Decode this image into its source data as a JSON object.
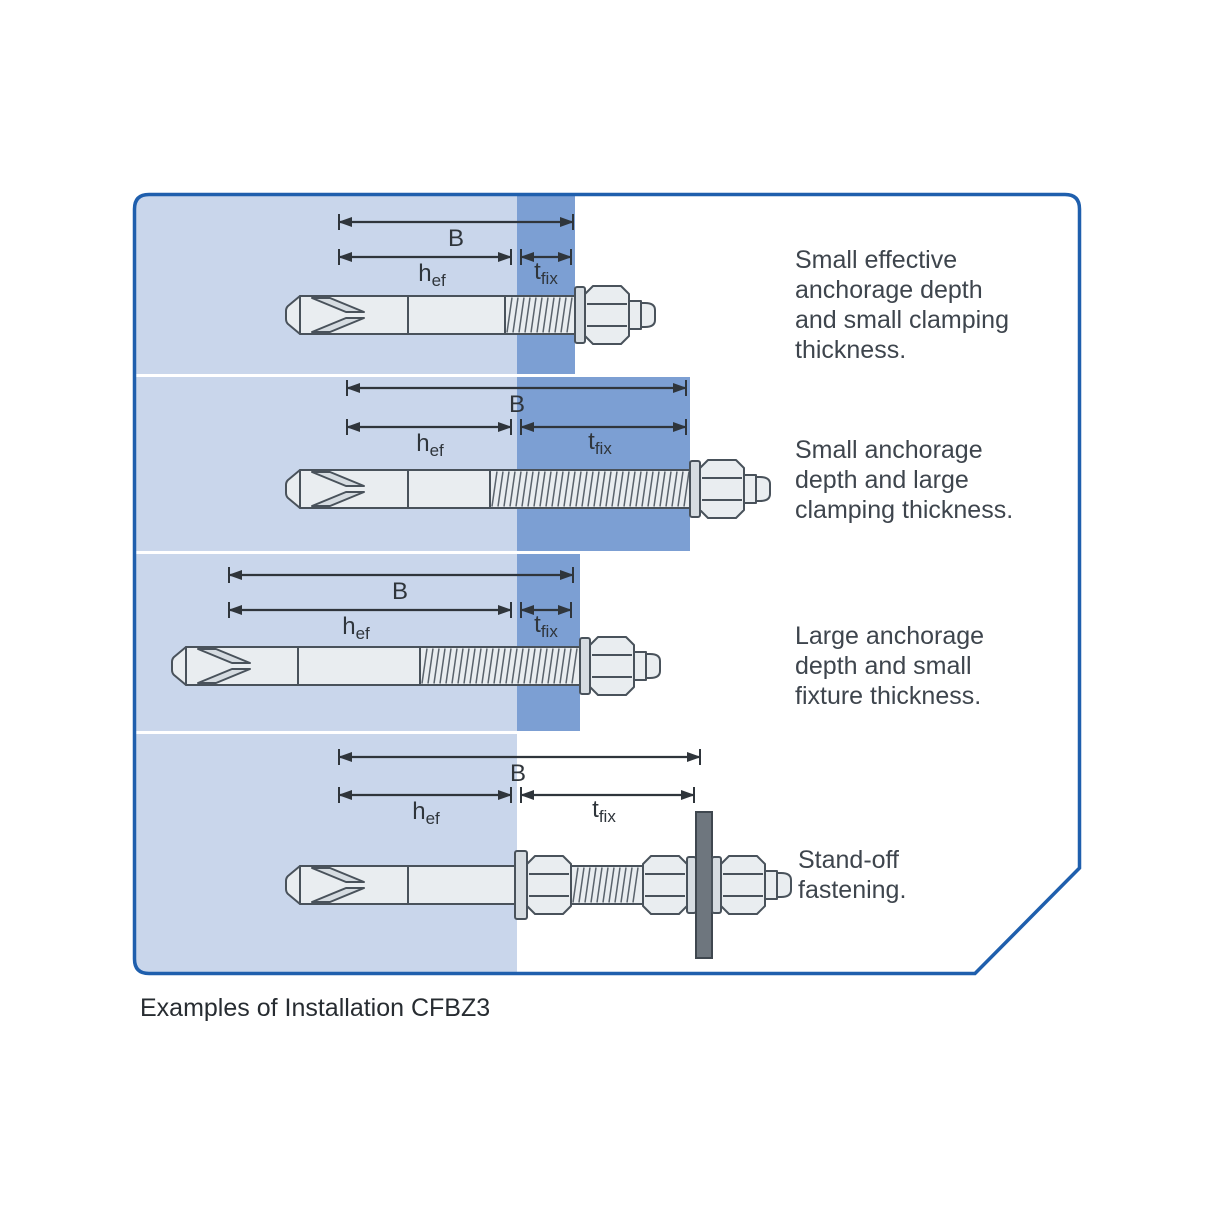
{
  "caption": "Examples of Installation CFBZ3",
  "labels": {
    "B": "B",
    "h_base": "h",
    "h_sub": "ef",
    "t_base": "t",
    "t_sub": "fix"
  },
  "rows": [
    {
      "description_lines": [
        "Small effective",
        "anchorage depth",
        "and small clamping",
        "thickness."
      ]
    },
    {
      "description_lines": [
        "Small anchorage",
        "depth and large",
        "clamping thickness."
      ]
    },
    {
      "description_lines": [
        "Large anchorage",
        "depth and small",
        "fixture thickness."
      ]
    },
    {
      "description_lines": [
        "Stand-off",
        "fastening."
      ]
    }
  ],
  "colors": {
    "border": "#1F5FAD",
    "base": "#C9D6EB",
    "fixture": "#7C9FD3",
    "metal": "#E9EDF0",
    "metal2": "#D6DCE1",
    "metal_stroke": "#49525B",
    "plate": "#6E767E",
    "dim": "#2F353B",
    "text": "#3E454D",
    "caption": "#272C31"
  }
}
